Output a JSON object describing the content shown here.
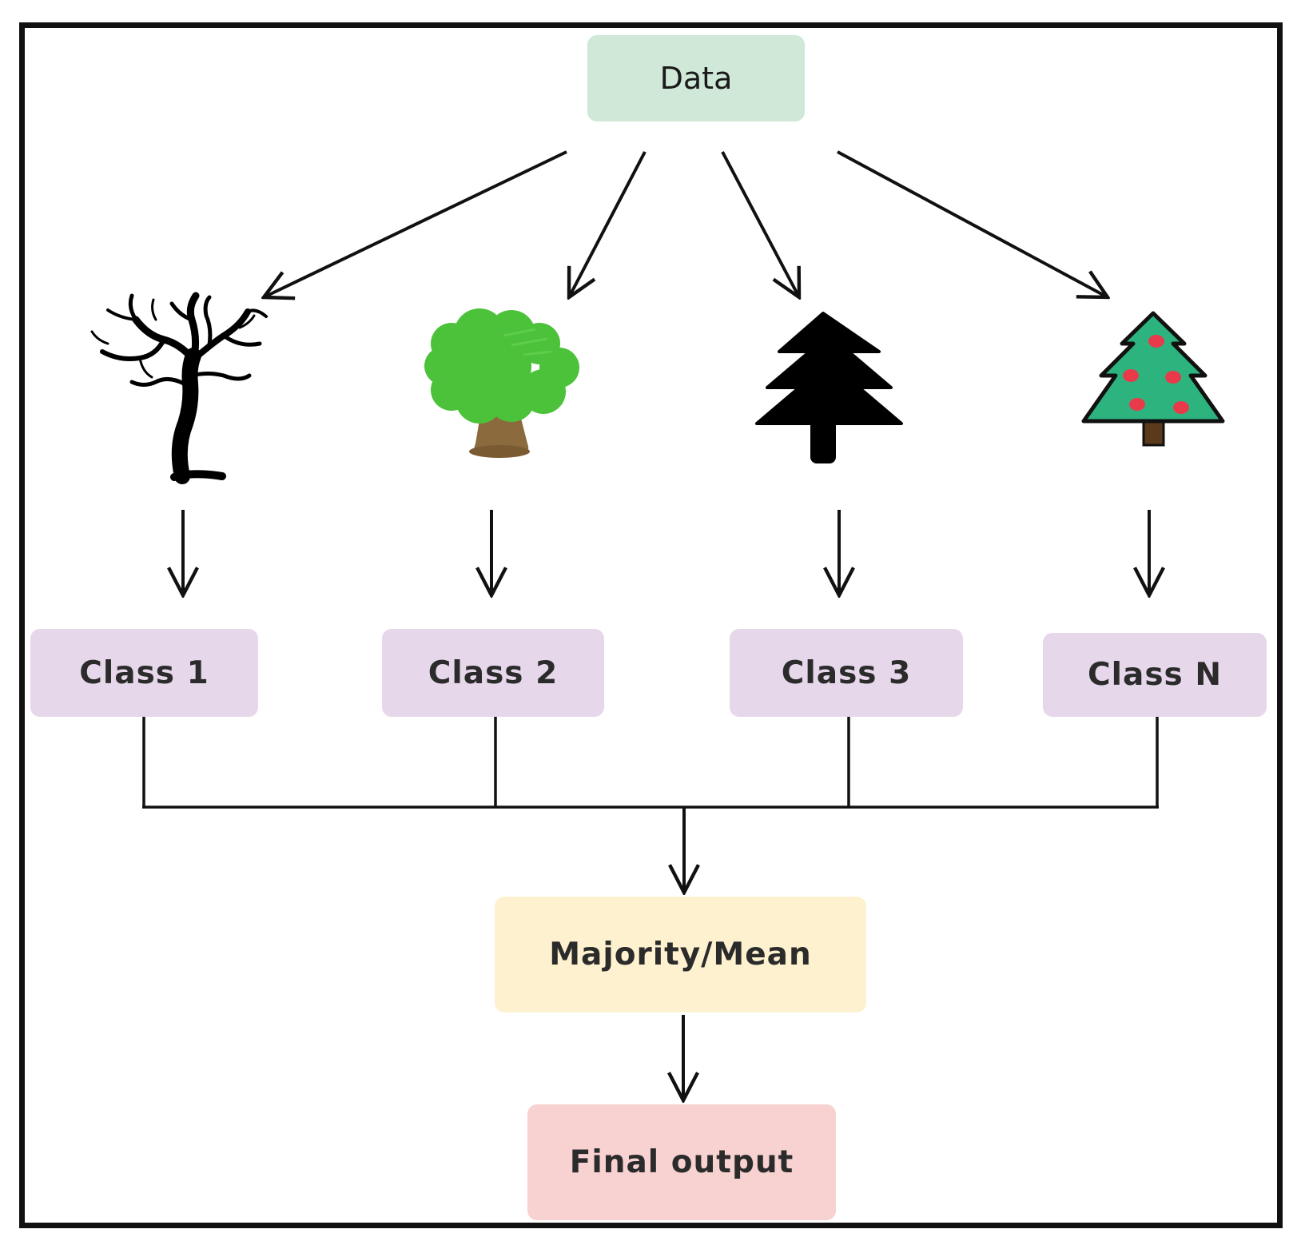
{
  "nodes": {
    "data": {
      "label": "Data",
      "color": "#cfe8d7"
    },
    "classes": [
      {
        "label": "Class 1",
        "color": "#e6d7ea"
      },
      {
        "label": "Class 2",
        "color": "#e6d7ea"
      },
      {
        "label": "Class 3",
        "color": "#e6d7ea"
      },
      {
        "label": "Class N",
        "color": "#e6d7ea"
      }
    ],
    "aggregate": {
      "label": "Majority/Mean",
      "color": "#fdf1cf"
    },
    "output": {
      "label": "Final output",
      "color": "#f8d1d1"
    }
  },
  "trees": [
    {
      "icon": "bare-tree-icon"
    },
    {
      "icon": "green-tree-icon"
    },
    {
      "icon": "pine-tree-icon"
    },
    {
      "icon": "christmas-tree-icon"
    }
  ],
  "colors": {
    "line": "#111111",
    "tree_black": "#000000",
    "leaf_green": "#4cc13a",
    "leaf_green_light": "#63d04f",
    "trunk_brown": "#8b6a3e",
    "xmas_green": "#2db37e",
    "xmas_ornament": "#e83a4a",
    "xmas_trunk": "#5a3a1a"
  }
}
